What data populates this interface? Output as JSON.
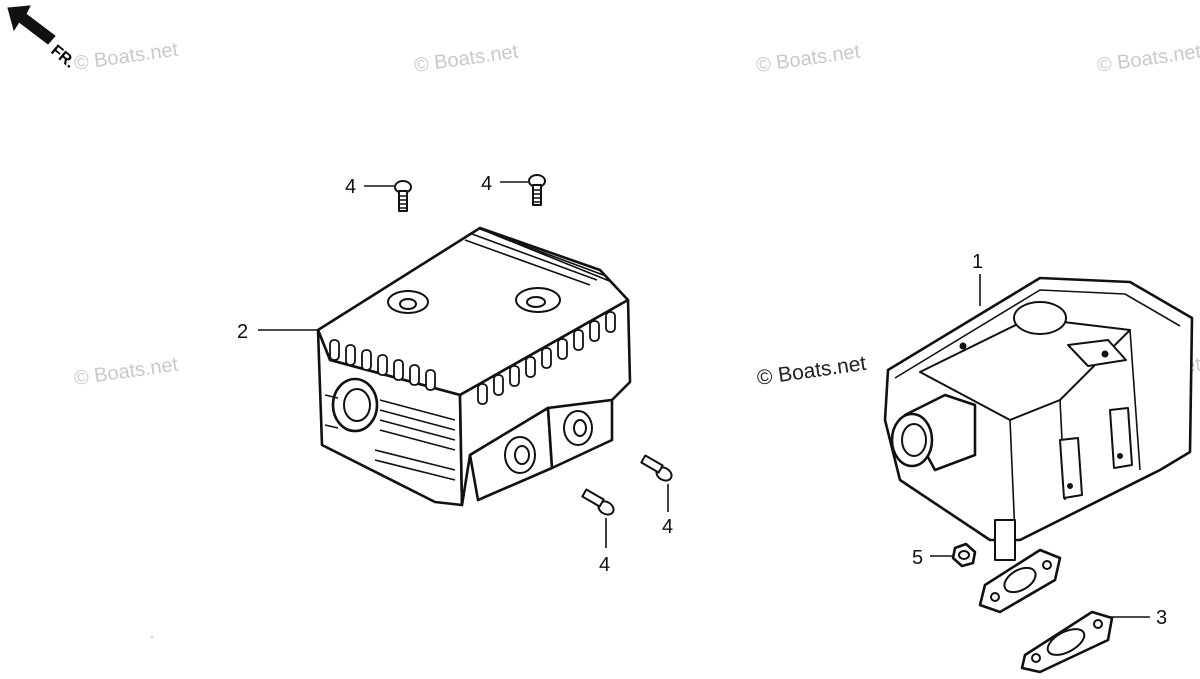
{
  "diagram": {
    "direction_label": "FR.",
    "watermark": "© Boats.net",
    "callouts": {
      "part1": "1",
      "part2": "2",
      "part3": "3",
      "part4_a": "4",
      "part4_b": "4",
      "part4_c": "4",
      "part4_d": "4",
      "part5": "5"
    }
  }
}
